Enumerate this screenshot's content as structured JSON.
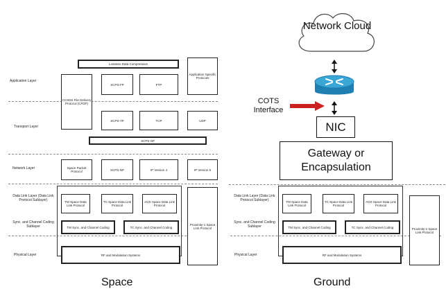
{
  "space": {
    "top_box": "Lossless Data Compression",
    "layers": {
      "application": "Application Layer",
      "transport": "Transport Layer",
      "network": "Network Layer",
      "datalink": "Data Link Layer (Data Link Protocol Sublayer)",
      "sync": "Sync. and Channel Coding Sublayer",
      "physical": "Physical Layer"
    },
    "boxes": {
      "cfdp": "CCSDS File Delivery Protocol (CFDP)",
      "scps_fp": "SCPS-FP",
      "ftp": "FTP",
      "app_specific": "Application Specific Protocols",
      "scps_tp": "SCPS-TP",
      "tcp": "TCP",
      "udp": "UDP",
      "scps_sp": "SCPS-SP",
      "space_packet": "Space Packet Protocol",
      "scps_np": "SCPS-NP",
      "ipv4": "IP Version 4",
      "ipv6": "IP Version 6",
      "tm_dl": "TM Space Data Link Protocol",
      "tc_dl": "TC Space Data Link Protocol",
      "aos_dl": "AOS Space Data Link Protocol",
      "proximity": "Proximity-1 Space Link Protocol",
      "tm_sync": "TM Sync. and Channel Coding",
      "tc_sync": "TC Sync. and Channel Coding",
      "rf": "RF and Modulation Systems"
    },
    "caption": "Space"
  },
  "ground": {
    "network_cloud": "Network Cloud",
    "cots_interface": "COTS Interface",
    "nic": "NIC",
    "gateway": "Gateway or Encapsulation",
    "caption": "Ground"
  },
  "icons": {
    "router": "router-icon",
    "cloud": "cloud-icon",
    "arrow": "red-arrow-icon"
  },
  "colors": {
    "router_blue": "#3aa6d6",
    "arrow_red": "#cc1f1f"
  }
}
